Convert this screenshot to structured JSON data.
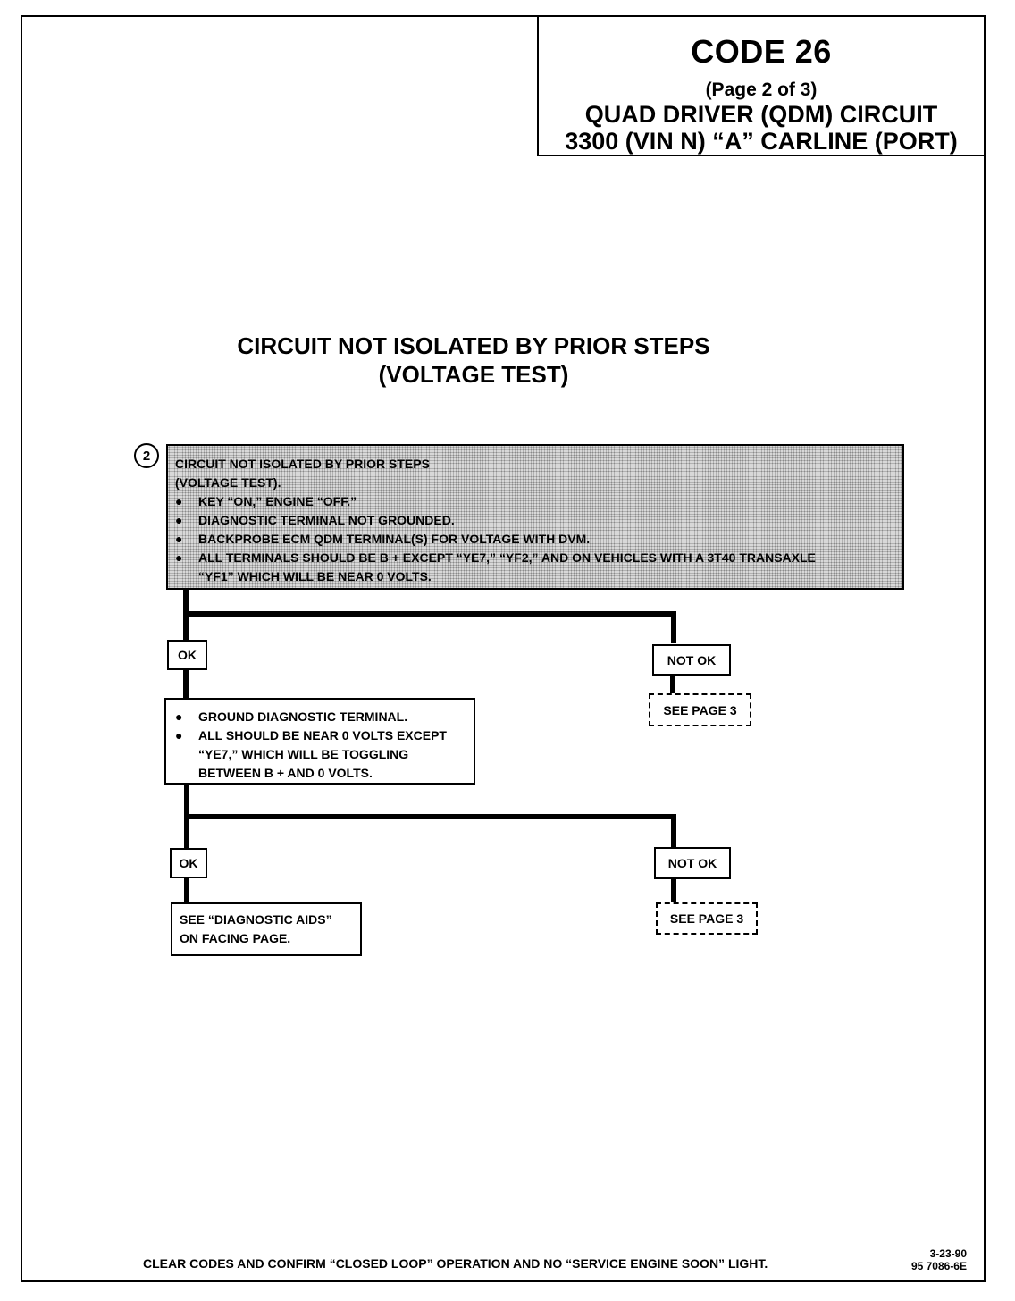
{
  "header": {
    "code_title": "CODE 26",
    "page_of": "(Page 2 of 3)",
    "circuit_name": "QUAD DRIVER (QDM) CIRCUIT",
    "engine_line": "3300  (VIN N)  “A”  CARLINE  (PORT)"
  },
  "section": {
    "title_line1": "CIRCUIT NOT ISOLATED BY PRIOR STEPS",
    "title_line2": "(VOLTAGE TEST)"
  },
  "step2": {
    "number": "2",
    "heading_line1": "CIRCUIT NOT ISOLATED BY PRIOR STEPS",
    "heading_line2": "(VOLTAGE TEST).",
    "bullets": [
      "KEY “ON,” ENGINE “OFF.”",
      "DIAGNOSTIC TERMINAL NOT GROUNDED.",
      "BACKPROBE ECM QDM TERMINAL(S) FOR VOLTAGE WITH DVM.",
      "ALL TERMINALS SHOULD BE B +  EXCEPT “YE7,” “YF2,” AND ON VEHICLES WITH A 3T40 TRANSAXLE"
    ],
    "bullet_continuation": "“YF1” WHICH WILL BE NEAR  0  VOLTS."
  },
  "branch1": {
    "ok_label": "OK",
    "not_ok_label": "NOT OK",
    "see_page": "SEE PAGE 3",
    "ok_bullets": [
      "GROUND DIAGNOSTIC TERMINAL.",
      "ALL SHOULD BE NEAR 0 VOLTS EXCEPT"
    ],
    "ok_continuation_1": "“YE7,” WHICH WILL BE TOGGLING",
    "ok_continuation_2": "BETWEEN B +  AND 0 VOLTS."
  },
  "branch2": {
    "ok_label": "OK",
    "not_ok_label": "NOT OK",
    "see_page": "SEE PAGE 3",
    "result_line1": "SEE “DIAGNOSTIC AIDS”",
    "result_line2": "ON FACING PAGE."
  },
  "footer": {
    "note": "CLEAR CODES AND CONFIRM “CLOSED LOOP” OPERATION AND NO “SERVICE ENGINE SOON” LIGHT.",
    "date": "3-23-90",
    "doc_number": "95 7086-6E"
  }
}
